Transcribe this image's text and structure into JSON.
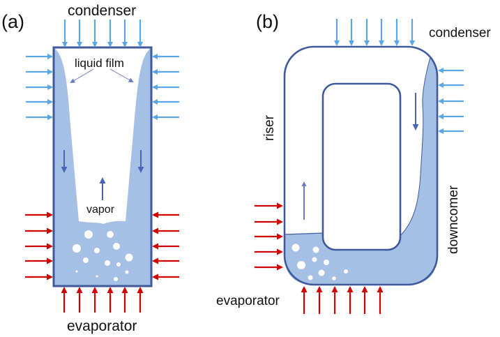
{
  "panel_a": {
    "tag": "(a)",
    "condenser_label": "condenser",
    "evaporator_label": "evaporator",
    "liquid_film_label": "liquid film",
    "vapor_label": "vapor"
  },
  "panel_b": {
    "tag": "(b)",
    "condenser_label": "condenser",
    "evaporator_label": "evaporator",
    "riser_label": "riser",
    "downcomer_label": "downcomer"
  },
  "colors": {
    "wall": "#3f5a9c",
    "liquid": "#a6bfe4",
    "cooling_arrow": "#5aa6e6",
    "heating_arrow": "#d00000",
    "flow_arrow": "#4a64b8",
    "bubble": "#ffffff"
  }
}
